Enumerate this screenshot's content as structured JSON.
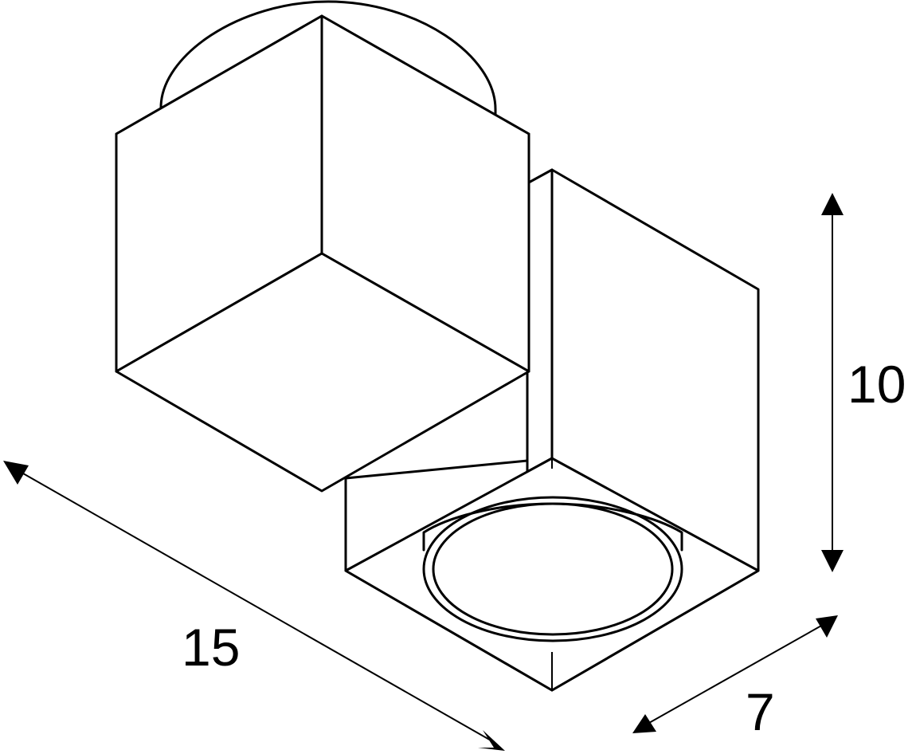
{
  "dimensions": {
    "width": "15",
    "depth": "7",
    "height": "10"
  }
}
